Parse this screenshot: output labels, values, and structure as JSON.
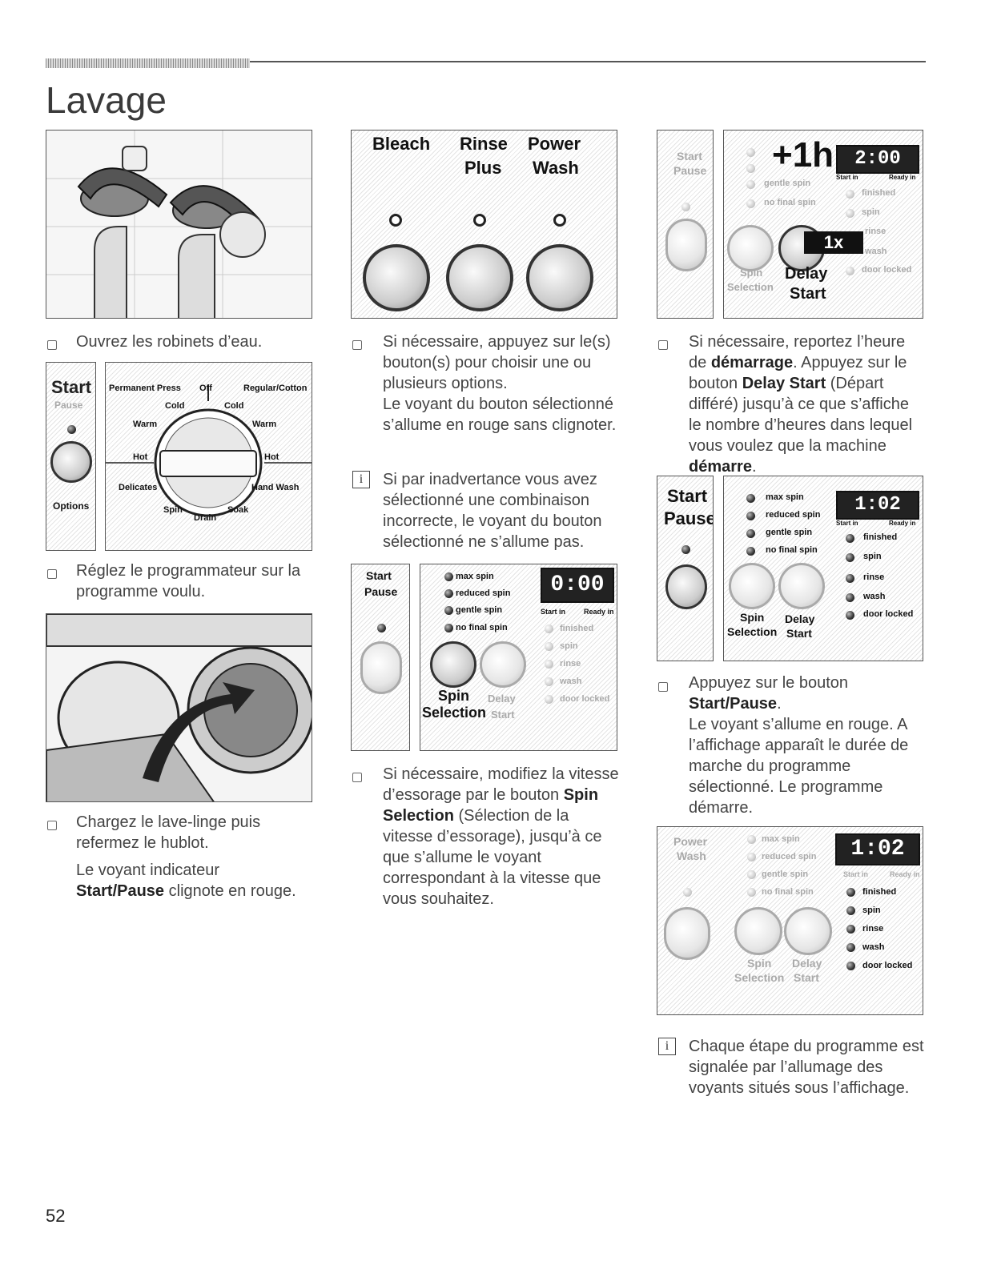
{
  "page": {
    "title": "Lavage",
    "number": "52"
  },
  "steps": {
    "s1": "Ouvrez les robinets d’eau.",
    "s2": "Réglez le programmateur sur la programme voulu.",
    "s3": "Chargez le lave-linge puis refermez le hublot.",
    "s3_note_pre": "Le voyant indicateur",
    "s3_note_bold": "Start/Pause",
    "s3_note_post": "clignote en rouge.",
    "s4_a": "Si nécessaire, appuyez sur le(s) bouton(s) pour choisir une ou plusieurs options.",
    "s4_b": "Le voyant du bouton sélectionné s’allume en rouge sans clignoter.",
    "i1": "Si par inadvertance vous avez sélectionné une combinaison incorrecte, le voyant du bouton sélectionné ne s’allume pas.",
    "s5_pre": "Si nécessaire, modifiez la vitesse d’essorage par le bouton",
    "s5_bold": "Spin Selection",
    "s5_post": "(Sélection de la vitesse d’essorage), jusqu’à ce que s’allume le voyant correspondant à la vitesse que vous souhaitez.",
    "s6_pre": "Si nécessaire, reportez l’heure de",
    "s6_bold1": "démarrage",
    "s6_mid": ". Appuyez sur le bouton",
    "s6_bold2": "Delay Start",
    "s6_post": "(Départ différé) jusqu’à ce que s’affiche le nombre d’heures dans lequel vous voulez que la machine",
    "s6_bold3": "démarre",
    "s6_end": ".",
    "s7_pre": "Appuyez sur le bouton",
    "s7_bold": "Start/Pause",
    "s7_dot": ".",
    "s7_post": "Le voyant s’allume en rouge. A l’affichage apparaît le durée de marche du programme sélectionné. Le programme démarre.",
    "i2": "Chaque étape du programme est signalée par l’allumage des voyants situés sous l’affichage.",
    "info_glyph": "i"
  },
  "dial_panel": {
    "start": "Start",
    "pause": "Pause",
    "options": "Options",
    "permanent_press": "Permanent Press",
    "off": "Off",
    "regular_cotton": "Regular/Cotton",
    "cold_l": "Cold",
    "cold_r": "Cold",
    "warm_l": "Warm",
    "warm_r": "Warm",
    "hot_l": "Hot",
    "hot_r": "Hot",
    "delicates": "Delicates",
    "hand_wash": "Hand Wash",
    "spin": "Spin",
    "drain": "Drain",
    "soak": "Soak"
  },
  "options_panel": {
    "bleach": "Bleach",
    "rinse": "Rinse",
    "plus": "Plus",
    "power": "Power",
    "wash": "Wash"
  },
  "spin_panel": {
    "start": "Start",
    "pause": "Pause",
    "max_spin": "max spin",
    "reduced_spin": "reduced spin",
    "gentle_spin": "gentle spin",
    "no_final_spin": "no final spin",
    "display": "0:00",
    "start_in": "Start in",
    "ready_in": "Ready in",
    "finished": "finished",
    "spin": "spin",
    "rinse": "rinse",
    "wash": "wash",
    "door_locked": "door locked",
    "spin_selection_1": "Spin",
    "spin_selection_2": "Selection",
    "delay": "Delay",
    "delay_start": "Start"
  },
  "delay_panel": {
    "start": "Start",
    "pause": "Pause",
    "plus_1h": "+1h",
    "display": "2:00",
    "badge": "1x",
    "start_in": "Start in",
    "ready_in": "Ready in",
    "gentle_spin": "gentle spin",
    "no_final_spin": "no final spin",
    "finished": "finished",
    "spin": "spin",
    "rinse": "rinse",
    "wash": "wash",
    "door_locked": "door locked",
    "spin_sel_1": "Spin",
    "spin_sel_2": "Selection",
    "delay": "Delay",
    "delay_start": "Start"
  },
  "start_panel": {
    "start": "Start",
    "pause": "Pause",
    "max_spin": "max spin",
    "reduced_spin": "reduced spin",
    "gentle_spin": "gentle spin",
    "no_final_spin": "no final spin",
    "display": "1:02",
    "start_in": "Start in",
    "ready_in": "Ready in",
    "finished": "finished",
    "spin": "spin",
    "rinse": "rinse",
    "wash": "wash",
    "door_locked": "door locked",
    "spin_sel_1": "Spin",
    "spin_sel_2": "Selection",
    "delay": "Delay",
    "delay_start": "Start"
  },
  "running_panel": {
    "power": "Power",
    "wash_label": "Wash",
    "max_spin": "max spin",
    "reduced_spin": "reduced spin",
    "gentle_spin": "gentle spin",
    "no_final_spin": "no final spin",
    "display": "1:02",
    "start_in": "Start in",
    "ready_in": "Ready in",
    "finished": "finished",
    "spin": "spin",
    "rinse": "rinse",
    "wash": "wash",
    "door_locked": "door locked",
    "spin_sel_1": "Spin",
    "spin_sel_2": "Selection",
    "delay": "Delay",
    "delay_start": "Start"
  }
}
